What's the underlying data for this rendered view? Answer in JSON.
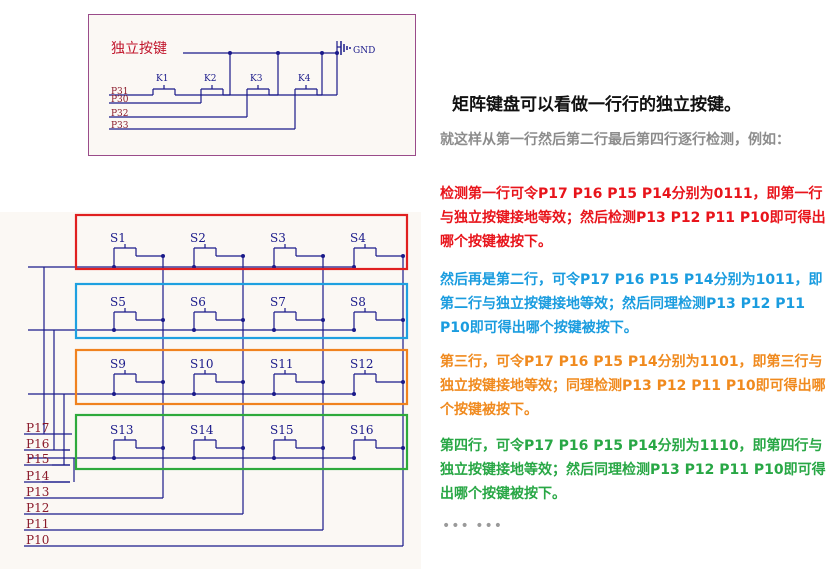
{
  "top_diagram": {
    "title": "独立按键",
    "gnd_label": "GND",
    "keys": [
      "K1",
      "K2",
      "K3",
      "K4"
    ],
    "pins": [
      "P31",
      "P30",
      "P32",
      "P33"
    ]
  },
  "matrix": {
    "switches": [
      "S1",
      "S2",
      "S3",
      "S4",
      "S5",
      "S6",
      "S7",
      "S8",
      "S9",
      "S10",
      "S11",
      "S12",
      "S13",
      "S14",
      "S15",
      "S16"
    ],
    "pins": [
      "P17",
      "P16",
      "P15",
      "P14",
      "P13",
      "P12",
      "P11",
      "P10"
    ],
    "row_colors": [
      "#e02020",
      "#1ea0e0",
      "#f0821e",
      "#2eaa3c"
    ]
  },
  "text": {
    "heading": "矩阵键盘可以看做一行行的独立按键。",
    "intro": "就这样从第一行然后第二行最后第四行逐行检测，例如：",
    "row1": "检测第一行可令P17 P16 P15 P14分别为0111，即第一行与独立按键接地等效；然后检测P13 P12 P11 P10即可得出哪个按键被按下。",
    "row2": "然后再是第二行，可令P17 P16 P15 P14分别为1011，即第二行与独立按键接地等效；然后同理检测P13 P12 P11 P10即可得出哪个按键被按下。",
    "row3": "第三行，可令P17 P16 P15 P14分别为1101，即第三行与独立按键接地等效；同理检测P13 P12 P11 P10即可得出哪个按键被按下。",
    "row4": "第四行，可令P17 P16 P15 P14分别为1110，即第四行与独立按键接地等效；然后同理检测P13 P12 P11 P10即可得出哪个按键被按下。",
    "ellipsis": "••• •••"
  }
}
